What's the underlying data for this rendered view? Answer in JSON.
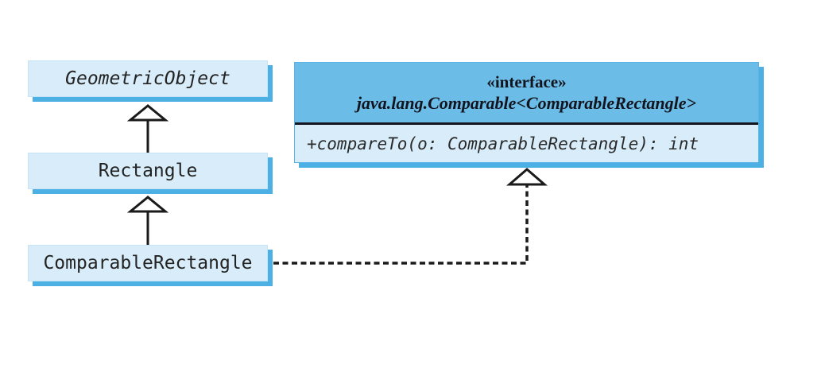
{
  "diagram": {
    "kind": "uml-class-diagram",
    "classes": {
      "geometric_object": {
        "label": "GeometricObject",
        "abstract": true
      },
      "rectangle": {
        "label": "Rectangle",
        "abstract": false
      },
      "comparable_rectangle": {
        "label": "ComparableRectangle",
        "abstract": false
      }
    },
    "interface_box": {
      "stereotype": "«interface»",
      "name": "java.lang.Comparable<ComparableRectangle>",
      "method": "+compareTo(o: ComparableRectangle): int"
    },
    "relationships": [
      {
        "type": "generalization",
        "from": "Rectangle",
        "to": "GeometricObject",
        "line": "solid",
        "arrowhead": "hollow-triangle"
      },
      {
        "type": "generalization",
        "from": "ComparableRectangle",
        "to": "Rectangle",
        "line": "solid",
        "arrowhead": "hollow-triangle"
      },
      {
        "type": "realization",
        "from": "ComparableRectangle",
        "to": "java.lang.Comparable<ComparableRectangle>",
        "line": "dashed",
        "arrowhead": "hollow-triangle"
      }
    ],
    "colors": {
      "background": "#ffffff",
      "class_fill": "#d8edf9",
      "class_border": "#c6e4f5",
      "drop_shadow": "#4db0e4",
      "interface_header_fill": "#6bbde7",
      "divider": "#161620",
      "line": "#1a1a1a",
      "text": "#232323"
    }
  }
}
